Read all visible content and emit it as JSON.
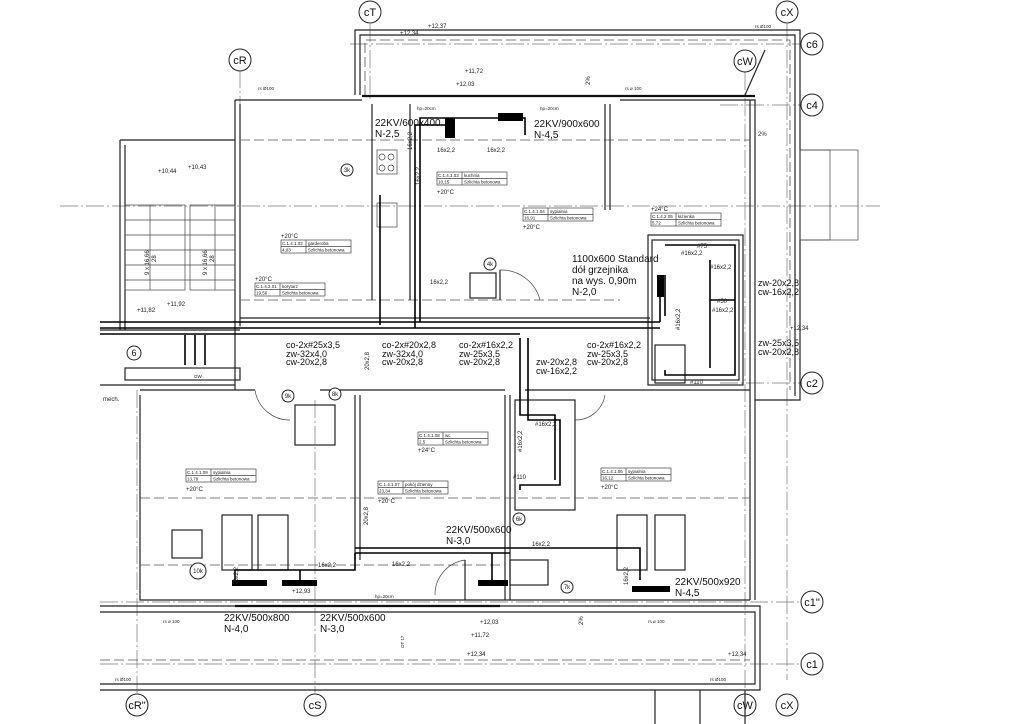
{
  "grid_axes": {
    "top": [
      "cT",
      "cX",
      "cR",
      "cW"
    ],
    "right": [
      "c6",
      "c4",
      "c2",
      "c1\"",
      "c1"
    ],
    "bottom": [
      "cR\"",
      "cS",
      "cW",
      "cX"
    ]
  },
  "rooms": [
    {
      "id": "C.1.4.1.03",
      "name": "kuchnia",
      "area": "10,15",
      "floor": "Szlichta betonowa",
      "temp": "+20°C"
    },
    {
      "id": "C.1.4.1.04",
      "name": "sypialnia",
      "area": "16,91",
      "floor": "Szlichta betonowa",
      "temp": "+20°C"
    },
    {
      "id": "C.1.4.2.05",
      "name": "łazienka",
      "area": "5,72",
      "floor": "Szlichta betonowa",
      "temp": "+24°C"
    },
    {
      "id": "C.1.4.1.02",
      "name": "garderoba",
      "area": "4,03",
      "floor": "Szlichta betonowa",
      "temp": "+20°C"
    },
    {
      "id": "C.1.4.2.01",
      "name": "korytarz",
      "area": "19,56",
      "floor": "Szlichta betonowa",
      "temp": "+20°C"
    },
    {
      "id": "C.1.4.1.08",
      "name": "wc",
      "area": "2,5",
      "floor": "Szlichta betonowa",
      "temp": "+24°C"
    },
    {
      "id": "C.1.4.1.09",
      "name": "sypialnia",
      "area": "13,79",
      "floor": "Szlichta betonowa",
      "temp": "+20°C"
    },
    {
      "id": "C.1.4.1.07",
      "name": "pokój dzienny",
      "area": "23,34",
      "floor": "Szlichta betonowa",
      "temp": "+20°C"
    },
    {
      "id": "C.1.4.1.06",
      "name": "sypialnia",
      "area": "16,12",
      "floor": "Szlichta betonowa",
      "temp": "+20°C"
    }
  ],
  "radiators": [
    {
      "type": "22KV/600x400",
      "power": "N-2,5"
    },
    {
      "type": "22KV/900x600",
      "power": "N-4,5"
    },
    {
      "type": "22KV/500x600",
      "power": "N-3,0"
    },
    {
      "type": "22KV/500x800",
      "power": "N-4,0"
    },
    {
      "type": "22KV/500x600",
      "power": "N-3,0"
    },
    {
      "type": "22KV/500x920",
      "power": "N-4,5"
    }
  ],
  "bathroom_radiator": [
    "1100x600 Standard",
    "dół grzejnika",
    "na wys. 0,90m",
    "N-2,0"
  ],
  "pipe_groups": [
    [
      "co-2x#25x3,5",
      "zw-32x4,0",
      "cw-20x2,8"
    ],
    [
      "co-2x#20x2,8",
      "zw-32x4,0",
      "cw-20x2,8"
    ],
    [
      "co-2x#16x2,2",
      "zw-25x3,5",
      "cw-20x2,8"
    ],
    [
      "co-2x#16x2,2",
      "zw-25x3,5",
      "cw-20x2,8"
    ],
    [
      "zw-20x2,8",
      "cw-16x2,2"
    ],
    [
      "zw-20x2,8",
      "cw-16x2,2"
    ],
    [
      "zw-25x3,5",
      "cw-20x2,8"
    ]
  ],
  "pipe_sizes": {
    "p16": "16x2,2",
    "p20": "20x2,8",
    "d16": "#16x2,2",
    "d75": "#75",
    "d110": "#110",
    "d50": "#50"
  },
  "elevations": [
    "+12,34",
    "+12,37",
    "+11,72",
    "+12,03",
    "+10,44",
    "+10,43",
    "+11,82",
    "+11,92",
    "+12,34",
    "+12,93",
    "+12,03",
    "+11,72",
    "+12,34",
    "+12,34"
  ],
  "markers": [
    "3k",
    "4k",
    "6",
    "9k",
    "8k",
    "10k",
    "6k",
    "7k"
  ],
  "notes": {
    "rs1": "rs Ø100",
    "rs2": "rs ø 100",
    "hp": "hp=20cm",
    "slope": "2%",
    "stairs": "9 x 16,66",
    "stairs_b": "28",
    "mech": "mech.",
    "gw": "GW",
    "ot": "OT 17"
  }
}
